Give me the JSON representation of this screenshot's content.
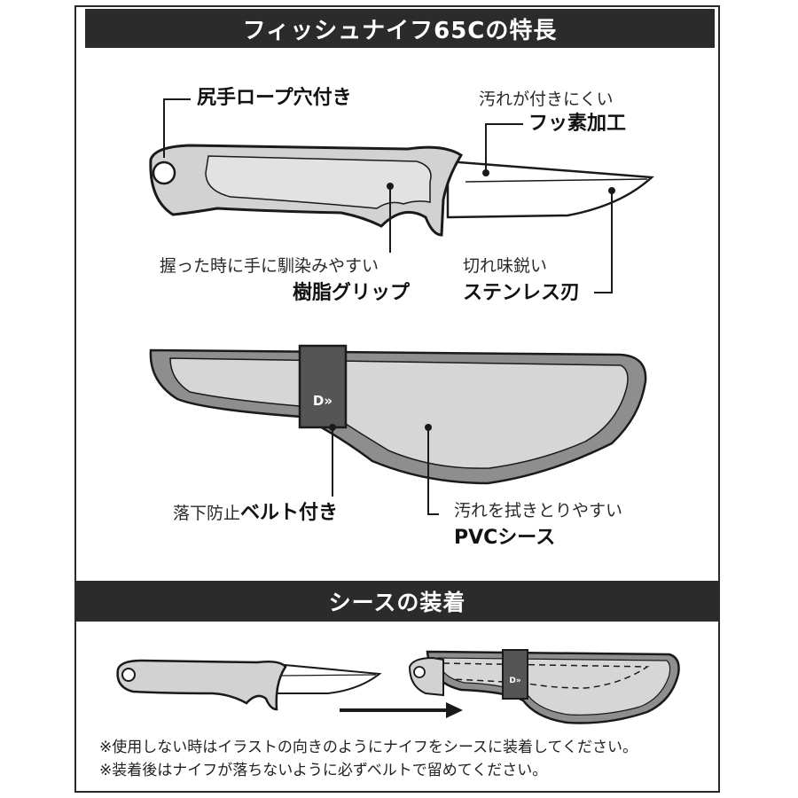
{
  "title": "フィッシュナイフ65Cの特長",
  "features": {
    "rope_hole": {
      "label": "尻手ロープ穴付き"
    },
    "coating": {
      "desc": "汚れが付きにくい",
      "label": "フッ素加工"
    },
    "grip": {
      "desc": "握った時に手に馴染みやすい",
      "label": "樹脂グリップ"
    },
    "blade": {
      "desc": "切れ味鋭い",
      "label": "ステンレス刃"
    },
    "belt": {
      "desc": "落下防止",
      "label": "ベルト付き"
    },
    "sheath": {
      "desc": "汚れを拭きとりやすい",
      "label": "PVCシース"
    }
  },
  "sheath_section": {
    "title": "シースの装着",
    "notes": [
      "※使用しない時はイラストの向きのようにナイフをシースに装着してください。",
      "※装着後はナイフが落ちないように必ずベルトで留めてください。"
    ]
  },
  "colors": {
    "bar": "#2b2b2b",
    "handle": "#d2d2d2",
    "sheath_rim": "#8e8e8e",
    "sheath_body": "#d6d6d6",
    "blade": "#ffffff"
  }
}
